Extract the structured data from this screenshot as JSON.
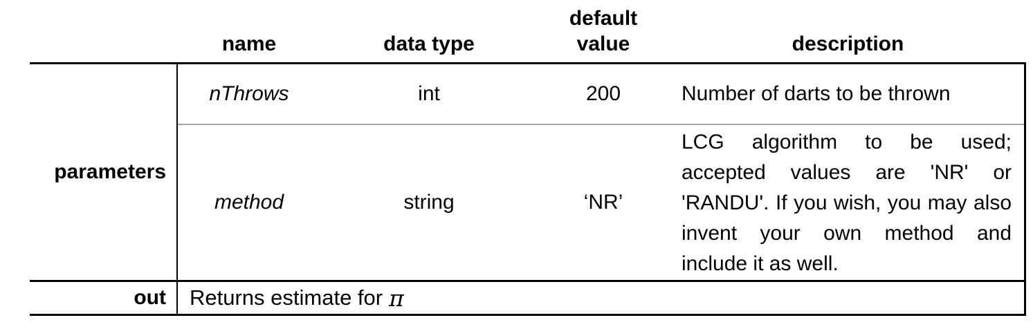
{
  "colors": {
    "text": "#000000",
    "rule": "#000000",
    "light_rule": "#a6a6a6",
    "background": "#ffffff"
  },
  "table": {
    "columns": {
      "name": "name",
      "data_type": "data type",
      "default_value": "default\nvalue",
      "description": "description"
    },
    "parameters_label": "parameters",
    "parameters": [
      {
        "name": "nThrows",
        "data_type": "int",
        "default_value": "200",
        "description": "Number of darts to be thrown"
      },
      {
        "name": "method",
        "data_type": "string",
        "default_value": "‘NR’",
        "description": "LCG algorithm to be used; accepted values are 'NR' or 'RANDU'. If you wish, you may also invent your own method and include it as well."
      }
    ],
    "out_label": "out",
    "out_text": "Returns estimate for",
    "out_pi": "π"
  }
}
